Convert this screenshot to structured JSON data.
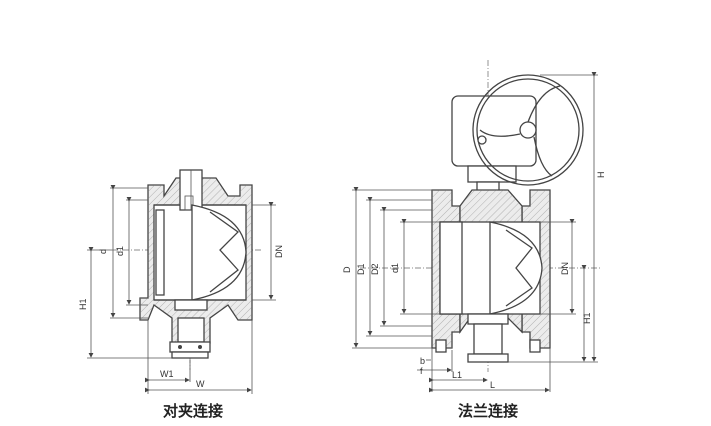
{
  "left_drawing": {
    "caption": "对夹连接",
    "dims": {
      "d": "d",
      "d1": "d1",
      "dn": "DN",
      "h1": "H1",
      "w1": "W1",
      "w": "W"
    }
  },
  "right_drawing": {
    "caption": "法兰连接",
    "dims": {
      "d_outer": "D",
      "d1": "D1",
      "d2": "D2",
      "d_small": "d1",
      "dn": "DN",
      "h1": "H1",
      "h": "H",
      "b": "b",
      "f": "f",
      "l1": "L1",
      "l": "L"
    }
  },
  "colors": {
    "line": "#444444",
    "background": "#ffffff"
  }
}
